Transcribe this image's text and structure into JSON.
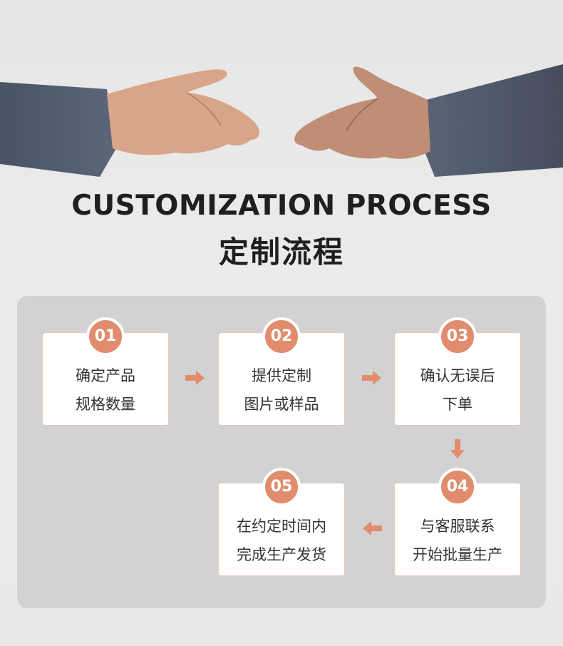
{
  "header": {
    "title_en": "CUSTOMIZATION PROCESS",
    "title_cn": "定制流程"
  },
  "steps": [
    {
      "number": "01",
      "line1": "确定产品",
      "line2": "规格数量"
    },
    {
      "number": "02",
      "line1": "提供定制",
      "line2": "图片或样品"
    },
    {
      "number": "03",
      "line1": "确认无误后",
      "line2": "下单"
    },
    {
      "number": "04",
      "line1": "与客服联系",
      "line2": "开始批量生产"
    },
    {
      "number": "05",
      "line1": "在约定时间内",
      "line2": "完成生产发货"
    }
  ],
  "colors": {
    "accent": "#e08c6d",
    "panel": "#d2d2d2",
    "text": "#1f1f1f"
  }
}
